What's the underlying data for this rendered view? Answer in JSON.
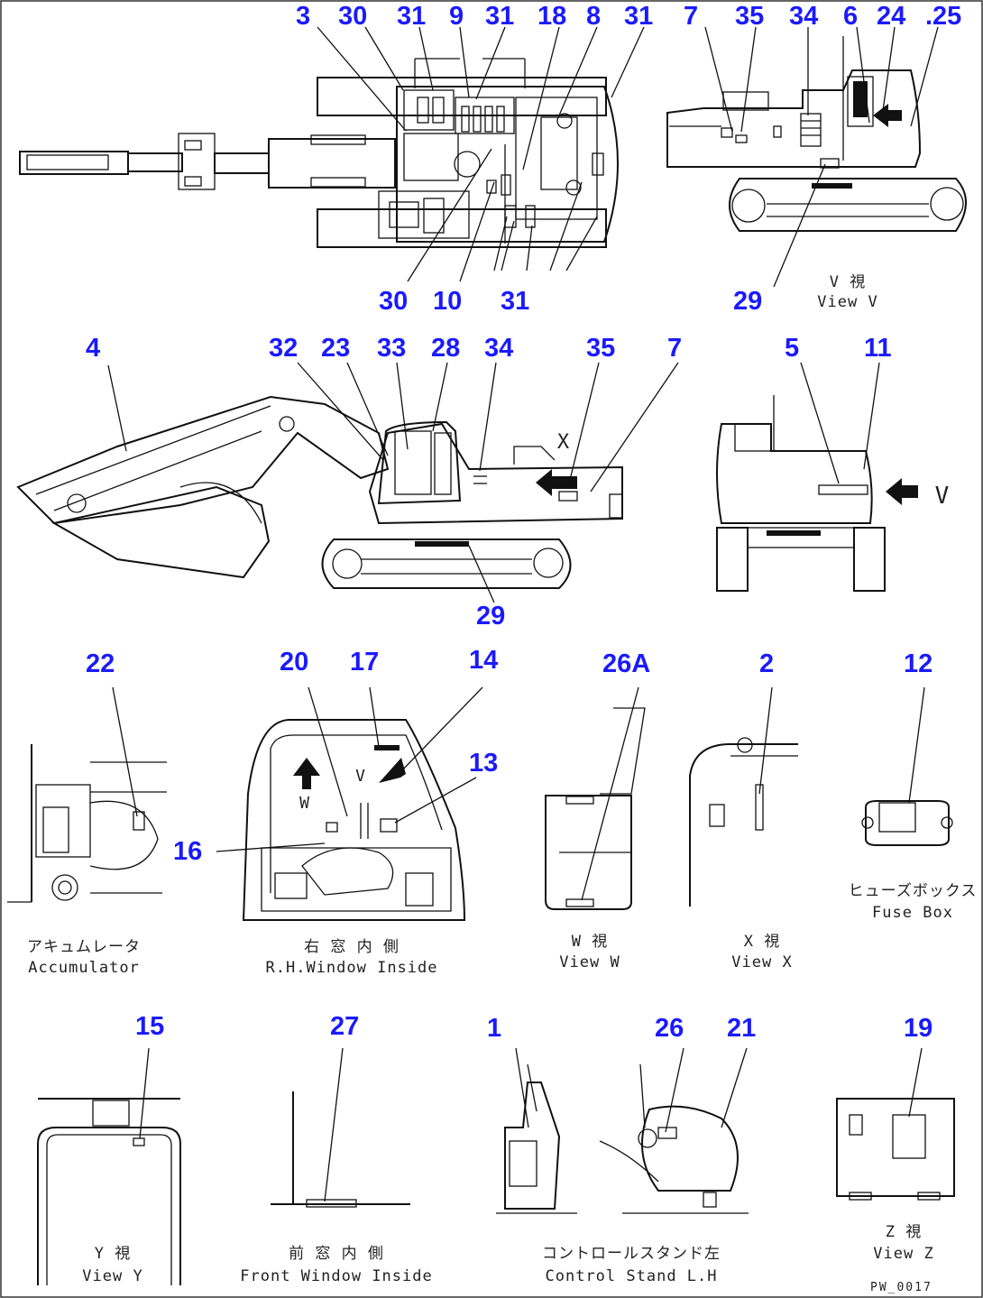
{
  "callouts": {
    "top_plan": [
      "3",
      "30",
      "31",
      "9",
      "31",
      "18",
      "8",
      "31",
      "30",
      "10",
      "31"
    ],
    "view_v": [
      "7",
      "35",
      "34",
      "6",
      "24",
      ".25",
      "29"
    ],
    "side": [
      "4",
      "32",
      "23",
      "33",
      "28",
      "34",
      "35",
      "7",
      "29"
    ],
    "rear": [
      "5",
      "11"
    ],
    "accumulator": [
      "22"
    ],
    "rh_window": [
      "20",
      "17",
      "14",
      "13",
      "16"
    ],
    "view_w": [
      "26A"
    ],
    "view_x": [
      "2"
    ],
    "fuse_box": [
      "12"
    ],
    "view_y": [
      "15"
    ],
    "front_window": [
      "27"
    ],
    "control_stand": [
      "1",
      "26",
      "21"
    ],
    "view_z": [
      "19"
    ]
  },
  "captions": {
    "view_v": [
      "V 視",
      "View V"
    ],
    "accumulator": [
      "アキュムレータ",
      "Accumulator"
    ],
    "rh_window": [
      "右 窓 内 側",
      "R.H.Window Inside"
    ],
    "view_w": [
      "W 視",
      "View W"
    ],
    "view_x": [
      "X 視",
      "View X"
    ],
    "fuse_box": [
      "ヒューズボックス",
      "Fuse Box"
    ],
    "view_y": [
      "Y 視",
      "View Y"
    ],
    "front_window": [
      "前 窓 内 側",
      "Front Window Inside"
    ],
    "control_stand": [
      "コントロールスタンド左",
      "Control Stand L.H"
    ],
    "view_z": [
      "Z 視",
      "View Z"
    ]
  },
  "markers": {
    "rear_arrow_label": "V",
    "window_w_label": "W",
    "window_v_label": "V",
    "side_x_label": "X"
  },
  "drawing_code": "PW_0017",
  "icons": [
    "arrow-left-icon",
    "arrow-up-icon",
    "arrow-diagonal-icon"
  ],
  "colors": {
    "callout": "#1a1aff",
    "lines": "#111111",
    "background": "#ffffff"
  }
}
